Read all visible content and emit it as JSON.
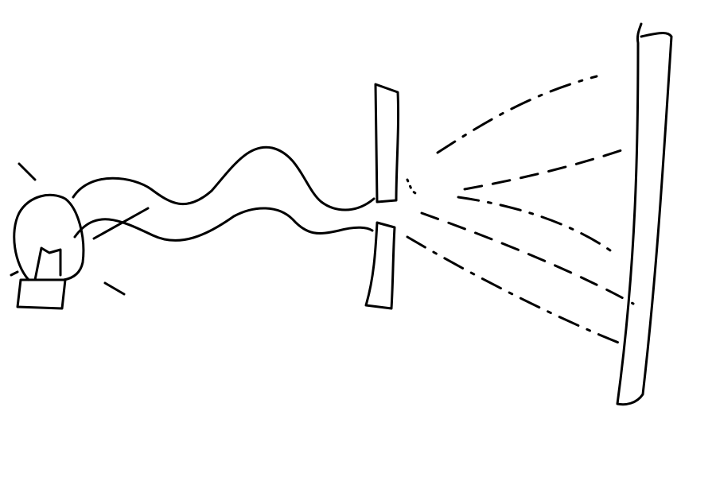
{
  "diagram": {
    "ink_color": "#000000",
    "background_color": "#ffffff",
    "parts": [
      "light-source",
      "light-rays",
      "wave-guide",
      "slit-barrier",
      "diffraction-pattern",
      "detector-screen"
    ]
  }
}
